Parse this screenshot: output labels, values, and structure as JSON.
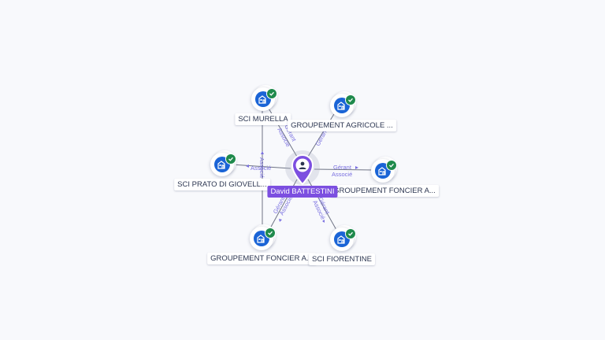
{
  "center": {
    "name": "David BATTESTINI",
    "icon": "person-icon"
  },
  "entities": [
    {
      "label": "SCI MURELLA",
      "icon": "building-icon",
      "status": "verified-check-icon"
    },
    {
      "label": "GROUPEMENT AGRICOLE ...",
      "icon": "building-icon",
      "status": "verified-check-icon"
    },
    {
      "label": "SCI PRATO DI GIOVELL...",
      "icon": "building-icon",
      "status": "verified-check-icon"
    },
    {
      "label": "GROUPEMENT FONCIER A...",
      "icon": "building-icon",
      "status": "verified-check-icon"
    },
    {
      "label": "GROUPEMENT FONCIER A...",
      "icon": "building-icon",
      "status": "verified-check-icon"
    },
    {
      "label": "SCI FIORENTINE",
      "icon": "building-icon",
      "status": "verified-check-icon"
    }
  ],
  "relations": {
    "murella_1": "Gérant",
    "murella_2": "Associé",
    "agricole": "Gérant",
    "prato": "Associé",
    "prato_vertical": "Associé",
    "foncier_right_1": "Gérant",
    "foncier_right_2": "Associé",
    "foncier_bottom_1": "Gérant",
    "foncier_bottom_2": "Associé",
    "fiorentine_1": "Gérant",
    "fiorentine_2": "Associé"
  },
  "colors": {
    "center_accent": "#7c4fe0",
    "entity_blue": "#1a64d6",
    "verified_green": "#1f8a4c",
    "relation_text": "#7a70e0",
    "edge": "#6f7485",
    "background": "#f8f9fc"
  }
}
